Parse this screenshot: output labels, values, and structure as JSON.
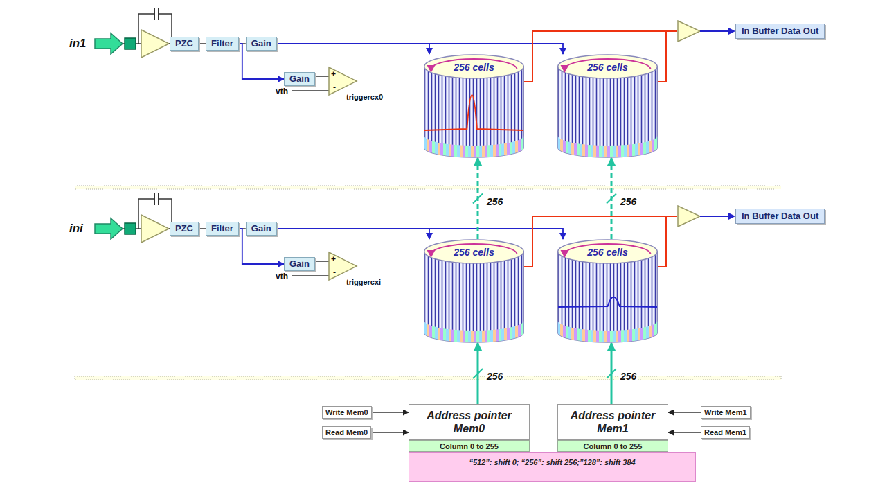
{
  "diagram": {
    "nodes": [
      {
        "text": [
          "PZC"
        ]
      },
      {
        "text": [
          "Filter"
        ]
      },
      {
        "text": [
          "Gain"
        ]
      },
      {
        "text": [
          "Gain"
        ]
      },
      {
        "text": [
          "256 cells"
        ]
      },
      {
        "text": [
          "256 cells"
        ]
      },
      {
        "text": [
          "In Buffer Data Out"
        ]
      },
      {
        "text": [
          "PZC"
        ]
      },
      {
        "text": [
          "Filter"
        ]
      },
      {
        "text": [
          "Gain"
        ]
      },
      {
        "text": [
          "Gain"
        ]
      },
      {
        "text": [
          "256 cells"
        ]
      },
      {
        "text": [
          "256 cells"
        ]
      },
      {
        "text": [
          "In Buffer Data Out"
        ]
      },
      {
        "text": [
          "Write Mem0"
        ]
      },
      {
        "text": [
          "Read Mem0"
        ]
      },
      {
        "text": [
          "Address pointer Mem0"
        ]
      },
      {
        "text": [
          "Column 0 to 255"
        ]
      },
      {
        "text": [
          "Address pointer Mem1"
        ]
      },
      {
        "text": [
          "Column 0 to 255"
        ]
      },
      {
        "text": [
          "Write Mem1"
        ]
      },
      {
        "text": [
          "Read Mem1"
        ]
      },
      {
        "text": [
          "“512”: shift 0; “256”: shift 256;”128”: shift 384"
        ]
      }
    ],
    "edges": [
      {
        "from": 0,
        "to": 1,
        "arrow": "none"
      },
      {
        "from": 1,
        "to": 2,
        "arrow": "none"
      },
      {
        "from": 1,
        "to": 3,
        "arrow": "to"
      },
      {
        "from": 2,
        "to": 4,
        "arrow": "to"
      },
      {
        "from": 2,
        "to": 5,
        "arrow": "to"
      },
      {
        "from": 4,
        "to": 6,
        "arrow": "none"
      },
      {
        "from": 5,
        "to": 6,
        "arrow": "none"
      },
      {
        "from": 7,
        "to": 8,
        "arrow": "none"
      },
      {
        "from": 8,
        "to": 9,
        "arrow": "none"
      },
      {
        "from": 8,
        "to": 10,
        "arrow": "to"
      },
      {
        "from": 9,
        "to": 11,
        "arrow": "to"
      },
      {
        "from": 9,
        "to": 12,
        "arrow": "to"
      },
      {
        "from": 11,
        "to": 13,
        "arrow": "none"
      },
      {
        "from": 12,
        "to": 13,
        "arrow": "none"
      },
      {
        "from": 11,
        "to": 4,
        "label": "256",
        "arrow": "to"
      },
      {
        "from": 12,
        "to": 5,
        "label": "256",
        "arrow": "to"
      },
      {
        "from": 16,
        "to": 11,
        "label": "256",
        "arrow": "to"
      },
      {
        "from": 18,
        "to": 12,
        "label": "256",
        "arrow": "to"
      },
      {
        "from": 14,
        "to": 16,
        "arrow": "to"
      },
      {
        "from": 15,
        "to": 16,
        "arrow": "to"
      },
      {
        "from": 20,
        "to": 18,
        "arrow": "to"
      },
      {
        "from": 21,
        "to": 18,
        "arrow": "to"
      }
    ],
    "labels": [
      "in1",
      "vth",
      "+",
      "-",
      "triggercx0",
      "ini",
      "vth",
      "+",
      "-",
      "triggercxi"
    ]
  }
}
